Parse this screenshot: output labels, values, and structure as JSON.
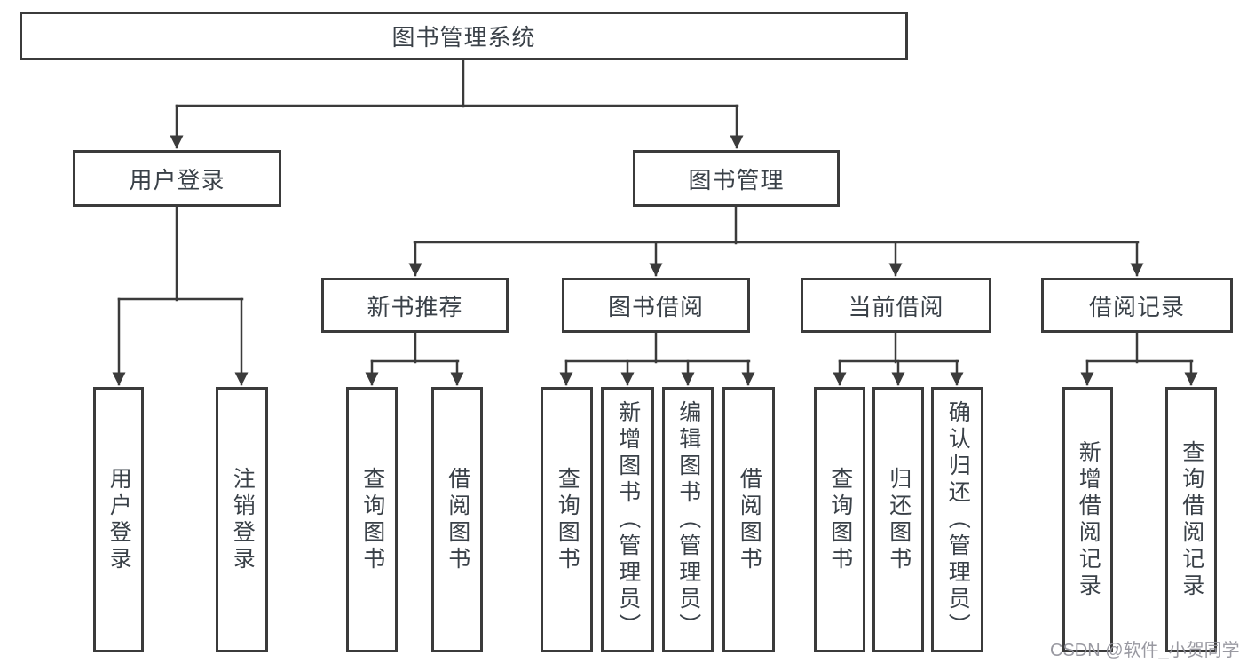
{
  "title": "图书管理系统",
  "watermark": "CSDN @软件_小贺同学",
  "colors": {
    "background": "#ffffff",
    "line": "#3b3b3b",
    "box_border": "#3b3b3b",
    "text": "#3a4148",
    "watermark": "#94949c"
  },
  "nodes": {
    "root": "图书管理系统",
    "level2": [
      "用户登录",
      "图书管理"
    ],
    "level3": [
      "新书推荐",
      "图书借阅",
      "当前借阅",
      "借阅记录"
    ],
    "leaves": {
      "user_login": [
        "用户登录",
        "注销登录"
      ],
      "new_book_recommend": [
        "查询图书",
        "借阅图书"
      ],
      "book_borrow": [
        "查询图书",
        "新增图书（管理员）",
        "编辑图书（管理员）",
        "借阅图书"
      ],
      "current_borrow": [
        "查询图书",
        "归还图书",
        "确认归还（管理员）"
      ],
      "borrow_records": [
        "新增借阅记录",
        "查询借阅记录"
      ]
    }
  }
}
